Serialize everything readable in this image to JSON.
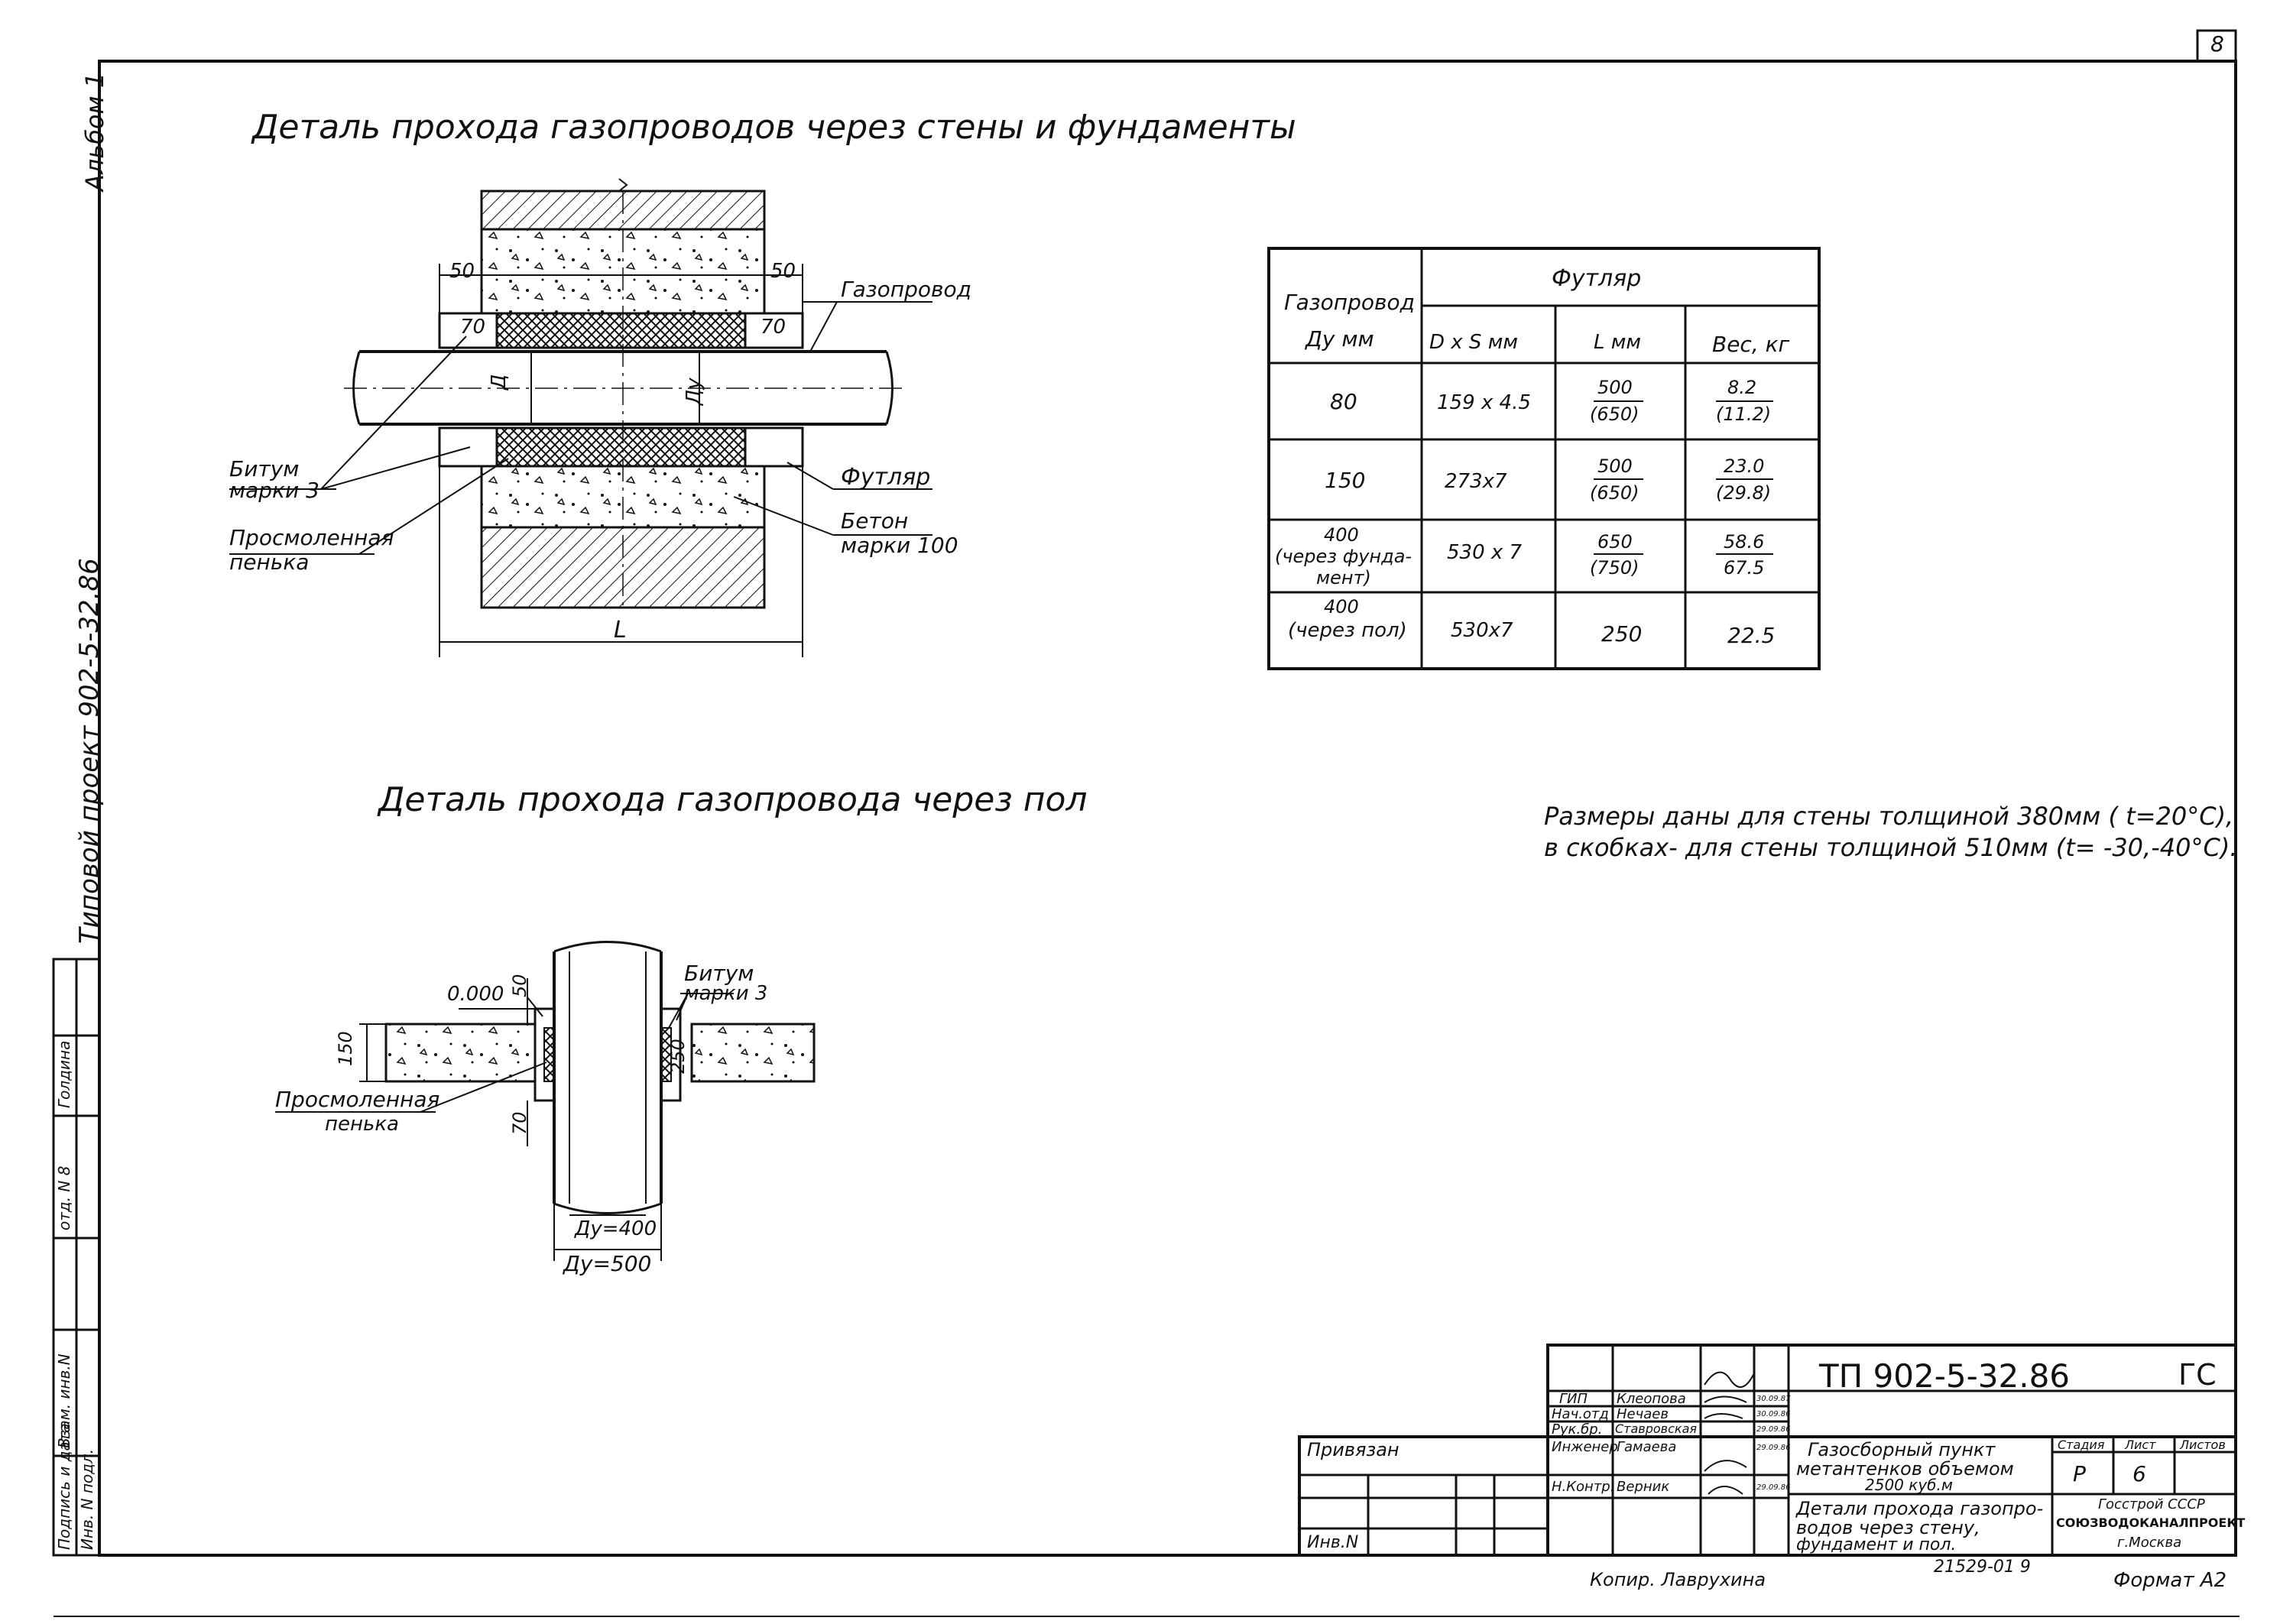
{
  "sheet": {
    "sheet_number": "8",
    "format": "Формат А2",
    "copied_by": "Копир. Лаврухина"
  },
  "margin": {
    "album": "Альбом 1",
    "project": "Типовой проект 902-5-32.86",
    "table_rows": [
      "Подпись и дата",
      "Взам. инв.N",
      "отд. N 8",
      "Голдина",
      "Инв. N подл."
    ]
  },
  "detail1": {
    "title": "Деталь прохода газопроводов через стены и фундаменты",
    "labels": {
      "gas": "Газопровод",
      "case": "Футляр",
      "bitum1": "Битум",
      "bitum2": "марки 3",
      "hemp1": "Просмоленная",
      "hemp2": "пенька",
      "concrete1": "Бетон",
      "concrete2": "марки 100",
      "dim_50_left": "50",
      "dim_50_right": "50",
      "dim_70_left": "70",
      "dim_70_right": "70",
      "dim_D": "Д",
      "dim_Du": "Ду",
      "dim_L": "L"
    }
  },
  "detail2": {
    "title": "Деталь прохода газопровода через пол",
    "labels": {
      "level": "0.000",
      "dim_50": "50",
      "dim_150": "150",
      "dim_250": "250",
      "dim_70": "70",
      "bitum1": "Битум",
      "bitum2": "марки 3",
      "hemp1": "Просмоленная",
      "hemp2": "пенька",
      "du400": "Ду=400",
      "du500": "Ду=500"
    }
  },
  "table": {
    "head_pipe1": "Газопровод",
    "head_pipe2": "Ду мм",
    "head_case": "Футляр",
    "head_dxs": "D x S мм",
    "head_l": "L мм",
    "head_w": "Вес, кг",
    "rows": [
      {
        "du": "80",
        "dxs": "159 x 4.5",
        "l1": "500",
        "l2": "(650)",
        "w1": "8.2",
        "w2": "(11.2)"
      },
      {
        "du": "150",
        "dxs": "273x7",
        "l1": "500",
        "l2": "(650)",
        "w1": "23.0",
        "w2": "(29.8)"
      },
      {
        "du1": "400",
        "du2": "(через фунда-",
        "du3": "мент)",
        "dxs": "530 x 7",
        "l1": "650",
        "l2": "(750)",
        "w1": "58.6",
        "w2": "67.5"
      },
      {
        "du1": "400",
        "du2": "(через пол)",
        "dxs": "530x7",
        "l": "250",
        "w": "22.5"
      }
    ]
  },
  "note": {
    "line1": "Размеры даны для стены толщиной 380мм ( t=20°С),",
    "line2": "в скобках- для стены толщиной 510мм (t= -30,-40°С)."
  },
  "stamp": {
    "code": "ТП 902-5-32.86",
    "mark": "ГС",
    "bound": "Привязан",
    "inv": "Инв.N",
    "roles": [
      "ГИП",
      "Нач.отд",
      "Рук.бр.",
      "Инженер",
      "Н.Контр."
    ],
    "names": [
      "Клеопова",
      "Нечаев",
      "Ставровская",
      "Гамаева",
      "Верник"
    ],
    "dates": [
      "30.09.87",
      "30.09.86",
      "29.09.86",
      "29.09.86",
      "29.09.86"
    ],
    "object1": "Газосборный пункт",
    "object2": "метантенков объемом",
    "object3": "2500 куб.м",
    "sheet_title1": "Детали прохода газопро-",
    "sheet_title2": "водов через стену,",
    "sheet_title3": "фундамент и пол.",
    "stage_h": "Стадия",
    "sheet_h": "Лист",
    "sheets_h": "Листов",
    "stage": "Р",
    "sheet": "6",
    "org1": "Госстрой СССР",
    "org2": "СОЮЗВОДОКАНАЛПРОЕКТ",
    "org3": "г.Москва",
    "archive": "21529-01 9"
  }
}
